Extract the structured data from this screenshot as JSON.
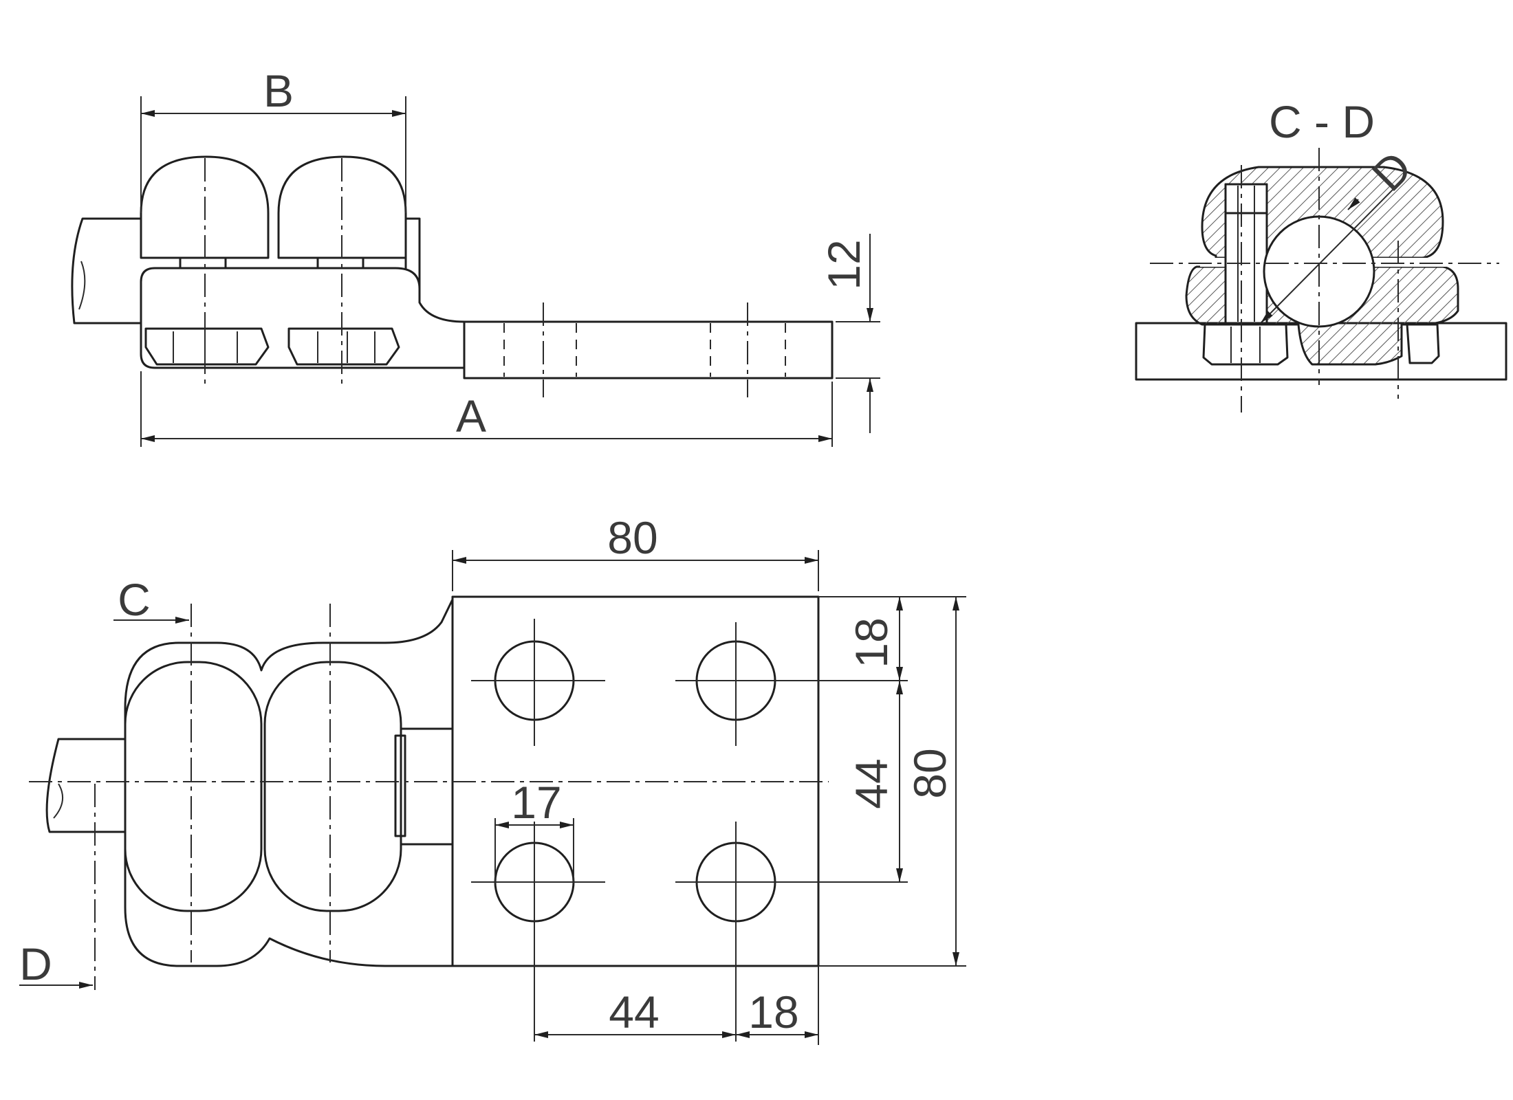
{
  "view_labels": {
    "section": "C - D",
    "cut_c": "C",
    "cut_d": "D"
  },
  "dimensions": {
    "a": "A",
    "b": "B",
    "pad_thickness": "12",
    "pad_width": "80",
    "pad_height": "80",
    "top_edge": "18",
    "hole_pitch_v": "44",
    "hole_pitch_h": "44",
    "right_edge": "18",
    "hole_dia": "17",
    "conductor_dia": "D"
  }
}
